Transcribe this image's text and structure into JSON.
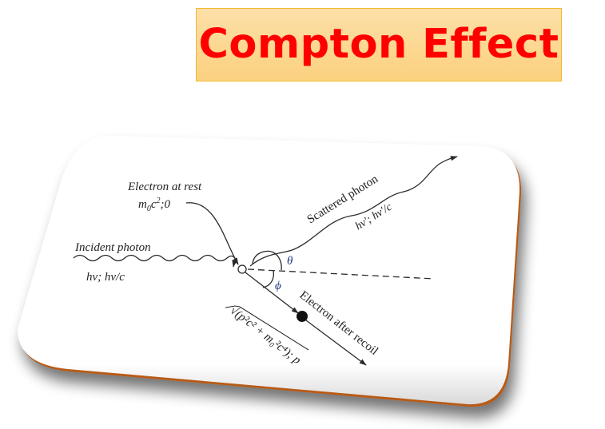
{
  "title": {
    "text": "Compton Effect",
    "text_color": "#ff0000",
    "background_color": "#fcd88f",
    "border_color": "#f2b830"
  },
  "diagram": {
    "card": {
      "fill": "#ffffff",
      "edge_color": "#b85a14",
      "shadow_color": "#9a9a9a"
    },
    "labels": {
      "electron_at_rest": "Electron at rest",
      "electron_at_rest_energy_m": "m",
      "electron_at_rest_energy_sub": "0",
      "electron_at_rest_energy_c": "c",
      "electron_at_rest_energy_sup": "2",
      "electron_at_rest_energy_rest": ";0",
      "incident_photon": "Incident photon",
      "incident_photon_values": "hν; hν/c",
      "scattered_photon": "Scattered photon",
      "scattered_photon_values": "hν′; hν′/c",
      "electron_after_recoil": "Electron after recoil",
      "recoil_momentum_expression": "√(p²c² + m₀²c⁴); p",
      "theta": "θ",
      "phi": "ϕ"
    },
    "angle_label_color": "#1f3a7a",
    "line_color": "#2a2a2a"
  }
}
